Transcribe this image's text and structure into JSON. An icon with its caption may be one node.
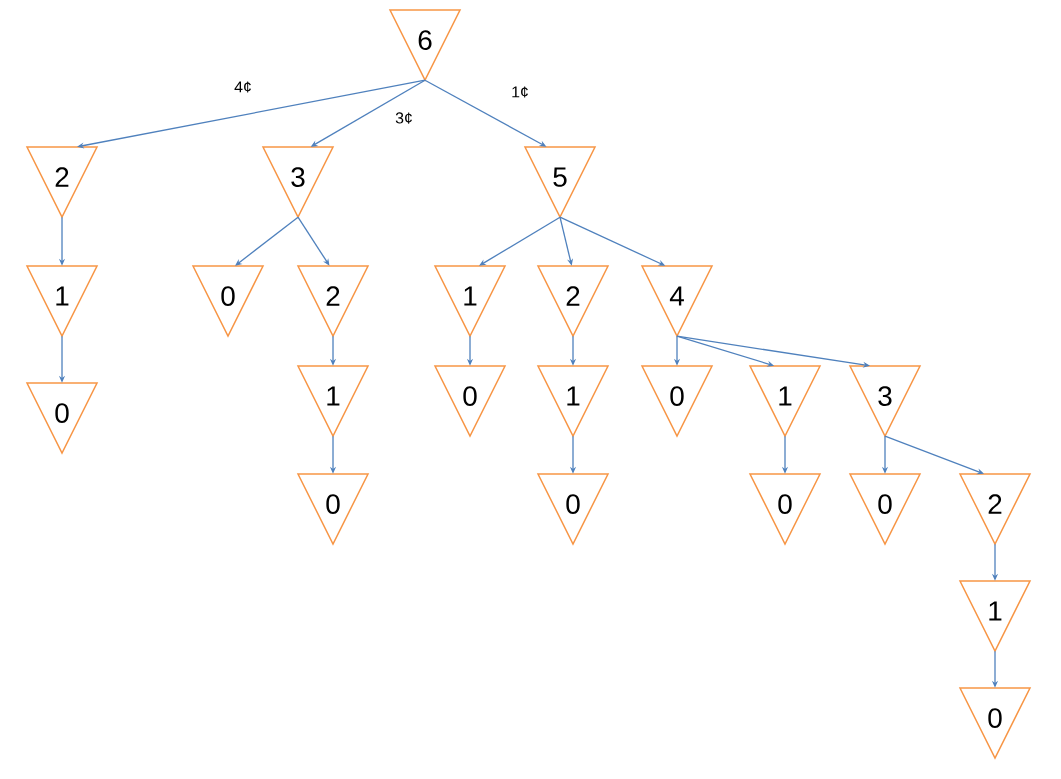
{
  "diagram": {
    "nodes": [
      {
        "text": [
          "6"
        ]
      },
      {
        "text": [
          "2"
        ]
      },
      {
        "text": [
          "3"
        ]
      },
      {
        "text": [
          "5"
        ]
      },
      {
        "text": [
          "1"
        ]
      },
      {
        "text": [
          "0"
        ]
      },
      {
        "text": [
          "0"
        ]
      },
      {
        "text": [
          "2"
        ]
      },
      {
        "text": [
          "1"
        ]
      },
      {
        "text": [
          "0"
        ]
      },
      {
        "text": [
          "1"
        ]
      },
      {
        "text": [
          "0"
        ]
      },
      {
        "text": [
          "2"
        ]
      },
      {
        "text": [
          "1"
        ]
      },
      {
        "text": [
          "0"
        ]
      },
      {
        "text": [
          "4"
        ]
      },
      {
        "text": [
          "0"
        ]
      },
      {
        "text": [
          "1"
        ]
      },
      {
        "text": [
          "0"
        ]
      },
      {
        "text": [
          "3"
        ]
      },
      {
        "text": [
          "0"
        ]
      },
      {
        "text": [
          "2"
        ]
      },
      {
        "text": [
          "1"
        ]
      },
      {
        "text": [
          "0"
        ]
      }
    ],
    "edges": [
      {
        "from": 0,
        "to": 1,
        "arrow": "to",
        "label": "4¢"
      },
      {
        "from": 0,
        "to": 2,
        "arrow": "to",
        "label": "3¢"
      },
      {
        "from": 0,
        "to": 3,
        "arrow": "to",
        "label": "1¢"
      },
      {
        "from": 1,
        "to": 4,
        "arrow": "to"
      },
      {
        "from": 4,
        "to": 5,
        "arrow": "to"
      },
      {
        "from": 2,
        "to": 6,
        "arrow": "to"
      },
      {
        "from": 2,
        "to": 7,
        "arrow": "to"
      },
      {
        "from": 7,
        "to": 8,
        "arrow": "to"
      },
      {
        "from": 8,
        "to": 9,
        "arrow": "to"
      },
      {
        "from": 3,
        "to": 10,
        "arrow": "to"
      },
      {
        "from": 3,
        "to": 12,
        "arrow": "to"
      },
      {
        "from": 3,
        "to": 15,
        "arrow": "to"
      },
      {
        "from": 10,
        "to": 11,
        "arrow": "to"
      },
      {
        "from": 12,
        "to": 13,
        "arrow": "to"
      },
      {
        "from": 13,
        "to": 14,
        "arrow": "to"
      },
      {
        "from": 15,
        "to": 16,
        "arrow": "to"
      },
      {
        "from": 15,
        "to": 17,
        "arrow": "to"
      },
      {
        "from": 15,
        "to": 19,
        "arrow": "to"
      },
      {
        "from": 17,
        "to": 18,
        "arrow": "to"
      },
      {
        "from": 19,
        "to": 20,
        "arrow": "to"
      },
      {
        "from": 19,
        "to": 21,
        "arrow": "to"
      },
      {
        "from": 21,
        "to": 22,
        "arrow": "to"
      },
      {
        "from": 22,
        "to": 23,
        "arrow": "to"
      }
    ]
  }
}
